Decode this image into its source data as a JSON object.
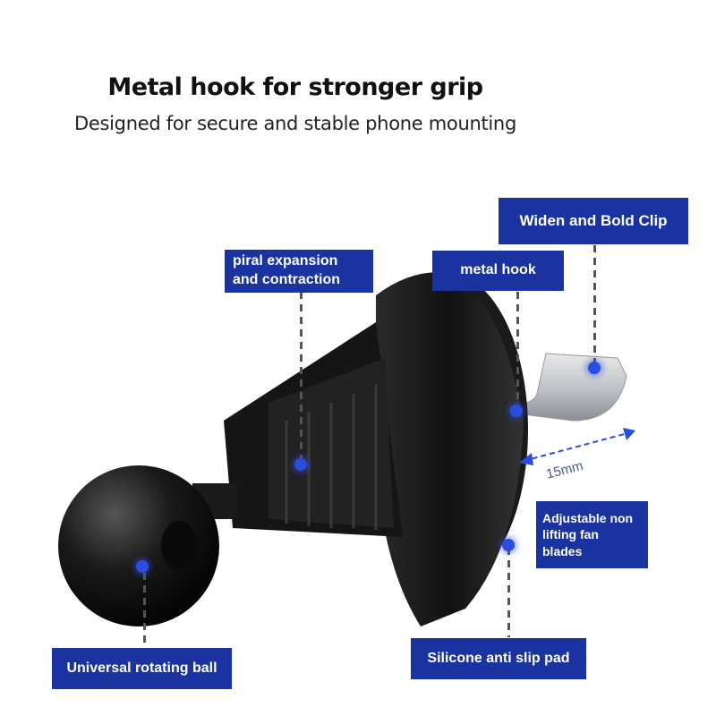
{
  "header": {
    "title": "Metal hook for stronger grip",
    "subtitle": "Designed for secure and stable phone mounting"
  },
  "labels": {
    "spiral": [
      "piral expansion",
      "and contraction"
    ],
    "metal_hook": "metal hook",
    "widen_clip": "Widen and Bold Clip",
    "fan_blades": [
      "Adjustable non",
      "lifting fan",
      "blades"
    ],
    "rotating_ball": "Universal rotating ball",
    "anti_slip": "Silicone anti slip pad"
  },
  "dimension": "15mm",
  "colors": {
    "label_bg": "#1a33a0",
    "dot": "#2a4de0"
  }
}
